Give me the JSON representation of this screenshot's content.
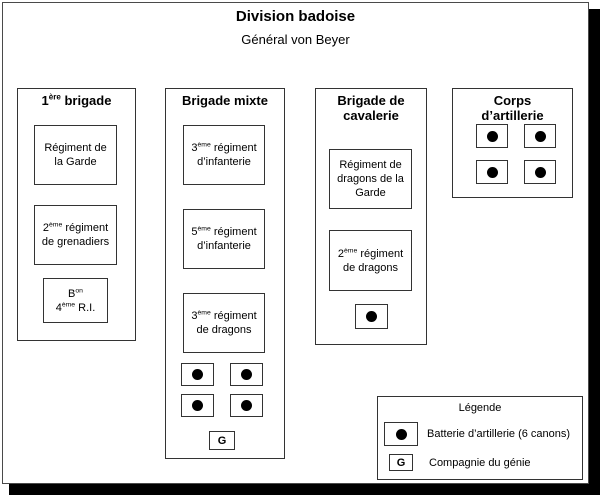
{
  "title": "Division badoise",
  "subtitle": "Général von Beyer",
  "columns": [
    {
      "header": {
        "pre": "1",
        "sup": "ère",
        "post": " brigade"
      },
      "units": [
        {
          "lines": [
            {
              "text": "Régiment de"
            },
            {
              "text": "la Garde"
            }
          ]
        },
        {
          "lines": [
            {
              "pre": "2",
              "sup": "ème",
              "post": " régiment"
            },
            {
              "text": "de grenadiers"
            }
          ]
        },
        {
          "lines": [
            {
              "pre": "B",
              "sup": "on",
              "post": ""
            },
            {
              "pre": "4",
              "sup": "ème",
              "post": " R.I."
            }
          ]
        }
      ]
    },
    {
      "header": {
        "text": "Brigade mixte"
      },
      "units": [
        {
          "lines": [
            {
              "pre": "3",
              "sup": "ème",
              "post": " régiment"
            },
            {
              "text": "d’infanterie"
            }
          ]
        },
        {
          "lines": [
            {
              "pre": "5",
              "sup": "ème",
              "post": " régiment"
            },
            {
              "text": "d’infanterie"
            }
          ]
        },
        {
          "lines": [
            {
              "pre": "3",
              "sup": "ème",
              "post": " régiment"
            },
            {
              "text": "de dragons"
            }
          ]
        }
      ],
      "batteries": 4,
      "engineer_label": "G"
    },
    {
      "header": {
        "line1": "Brigade de",
        "line2": "cavalerie"
      },
      "units": [
        {
          "lines": [
            {
              "text": "Régiment de"
            },
            {
              "text": "dragons de la"
            },
            {
              "text": "Garde"
            }
          ]
        },
        {
          "lines": [
            {
              "pre": "2",
              "sup": "ème",
              "post": " régiment"
            },
            {
              "text": "de dragons"
            }
          ]
        }
      ],
      "batteries": 1
    },
    {
      "header": {
        "line1": "Corps",
        "line2": "d’artillerie"
      },
      "batteries": 4
    }
  ],
  "legend": {
    "title": "Légende",
    "items": [
      {
        "label": "Batterie d’artillerie (6 canons)"
      },
      {
        "symbol_text": "G",
        "label": "Compagnie du génie"
      }
    ]
  }
}
